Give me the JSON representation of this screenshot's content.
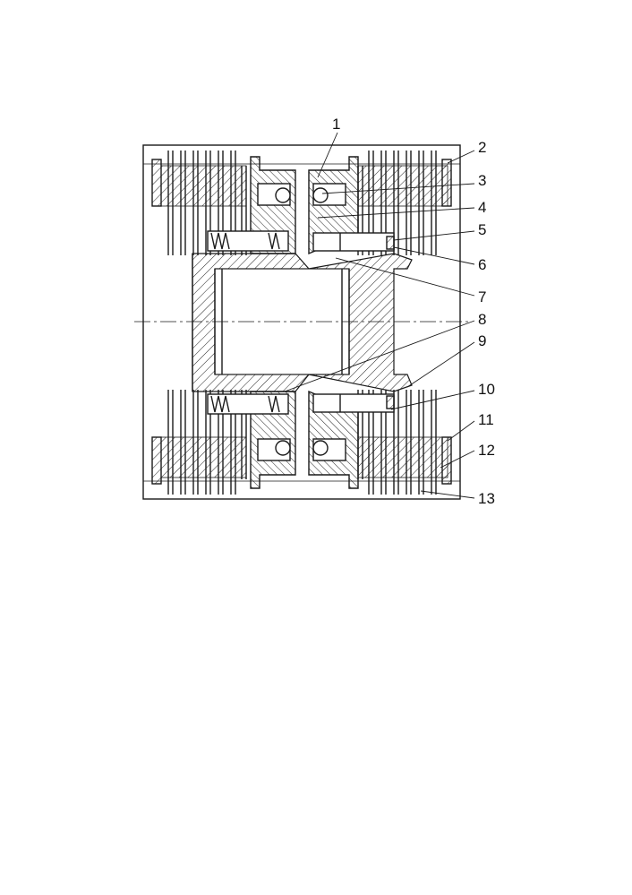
{
  "labels": [
    "1",
    "2",
    "3",
    "4",
    "5",
    "6",
    "7",
    "8",
    "9",
    "10",
    "11",
    "12",
    "13"
  ],
  "line_color": "#1a1a1a",
  "background": "#ffffff"
}
